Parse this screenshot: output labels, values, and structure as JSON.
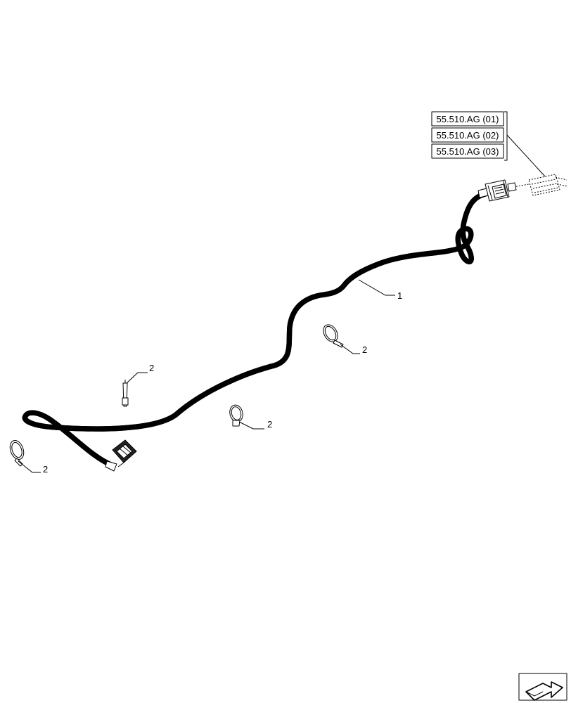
{
  "references": [
    {
      "label": "55.510.AG (01)"
    },
    {
      "label": "55.510.AG (02)"
    },
    {
      "label": "55.510.AG (03)"
    }
  ],
  "callouts": {
    "harness": "1",
    "tie_1": "2",
    "tie_2": "2",
    "tie_3": "2",
    "tie_4": "2"
  }
}
